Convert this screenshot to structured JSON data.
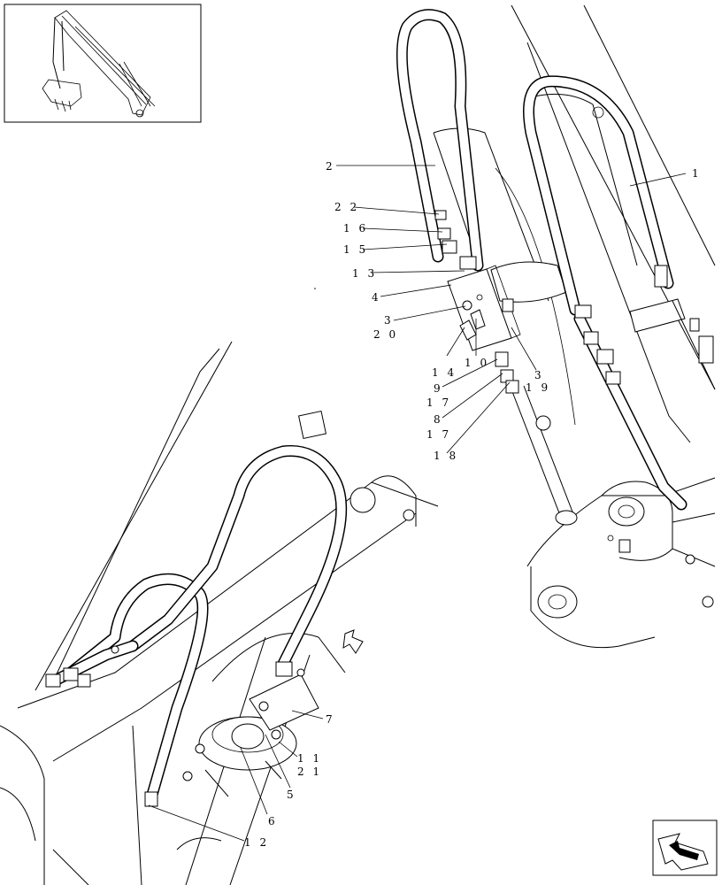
{
  "callouts": [
    {
      "id": "c1",
      "text": "1"
    },
    {
      "id": "c2",
      "text": "2"
    },
    {
      "id": "c22",
      "text": "2 2"
    },
    {
      "id": "c16",
      "text": "1 6"
    },
    {
      "id": "c15",
      "text": "1 5"
    },
    {
      "id": "c13",
      "text": "1 3"
    },
    {
      "id": "c4",
      "text": "4"
    },
    {
      "id": "c3a",
      "text": "3"
    },
    {
      "id": "c20",
      "text": "2 0"
    },
    {
      "id": "c14",
      "text": "1 4"
    },
    {
      "id": "c10",
      "text": "1 0"
    },
    {
      "id": "c3b",
      "text": "3"
    },
    {
      "id": "c19",
      "text": "1 9"
    },
    {
      "id": "c9",
      "text": "9"
    },
    {
      "id": "c17a",
      "text": "1 7"
    },
    {
      "id": "c8",
      "text": "8"
    },
    {
      "id": "c17b",
      "text": "1 7"
    },
    {
      "id": "c18",
      "text": "1 8"
    },
    {
      "id": "c7",
      "text": "7"
    },
    {
      "id": "c11",
      "text": "1 1"
    },
    {
      "id": "c21",
      "text": "2 1"
    },
    {
      "id": "c5",
      "text": "5"
    },
    {
      "id": "c6",
      "text": "6"
    },
    {
      "id": "c12",
      "text": "1 2"
    }
  ]
}
